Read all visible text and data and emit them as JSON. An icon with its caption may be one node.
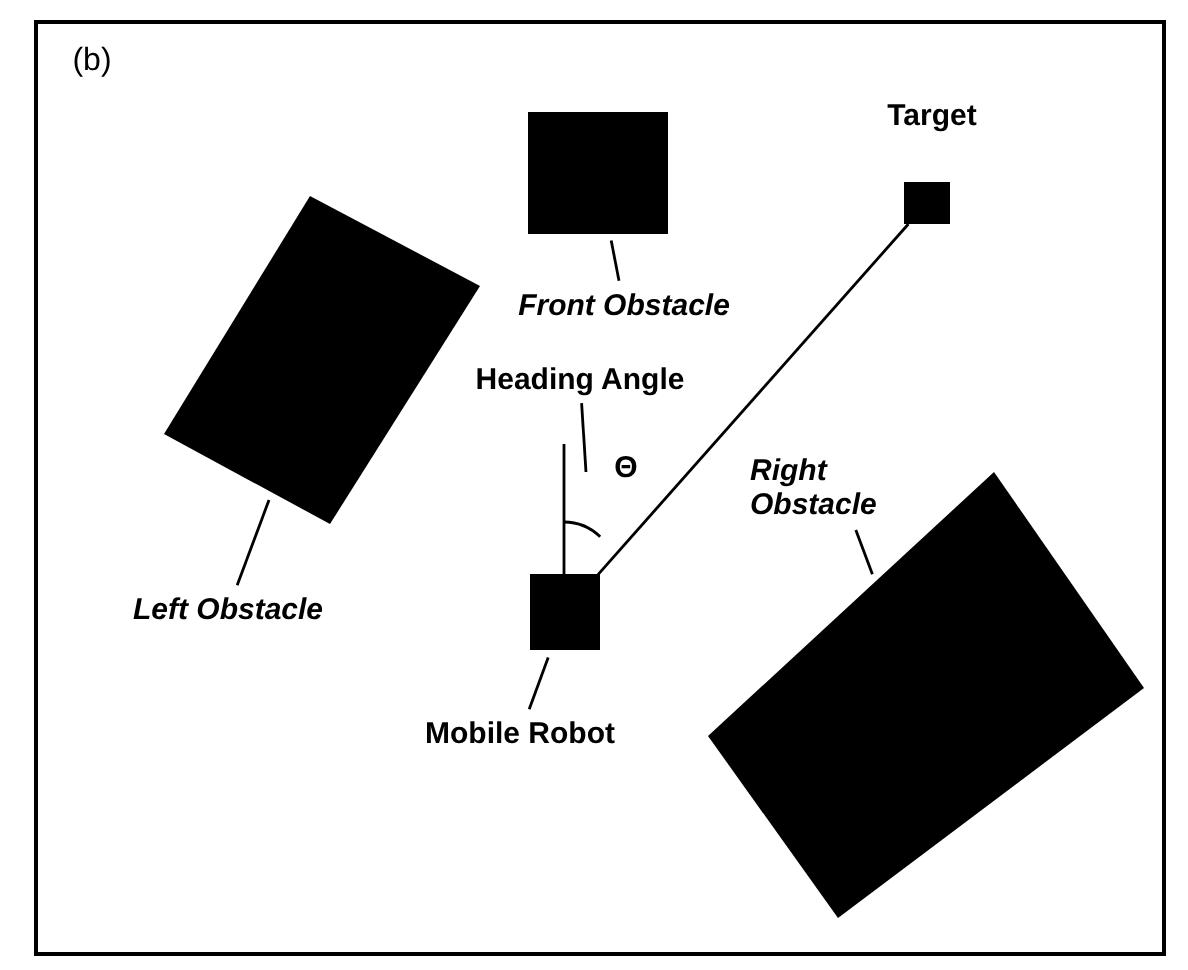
{
  "diagram": {
    "nodes": [
      {
        "text": [],
        "shape": "box"
      },
      {
        "text": [],
        "shape": "box",
        "beside": [
          "Target"
        ]
      },
      {
        "text": [],
        "shape": "box"
      },
      {
        "text": [
          "Front Obstacle"
        ]
      },
      {
        "text": [
          "Heading Angle"
        ]
      },
      {
        "text": [
          "Right Obstacle"
        ]
      },
      {
        "text": [],
        "shape": "box"
      },
      {
        "text": [
          "Left Obstacle"
        ]
      },
      {
        "text": [
          "Mobile Robot"
        ]
      },
      {
        "text": [],
        "shape": "box"
      }
    ],
    "edges": [
      {
        "from": 3,
        "to": 0,
        "arrow": "none"
      },
      {
        "from": 7,
        "to": 2,
        "arrow": "none"
      },
      {
        "from": 4,
        "to": null,
        "arrow": "none"
      },
      {
        "from": 5,
        "to": 9,
        "arrow": "none"
      },
      {
        "from": 8,
        "to": 6,
        "arrow": "none"
      },
      {
        "from": 6,
        "to": 1,
        "arrow": "none"
      }
    ],
    "labels": [
      "(b)",
      "Θ"
    ]
  }
}
